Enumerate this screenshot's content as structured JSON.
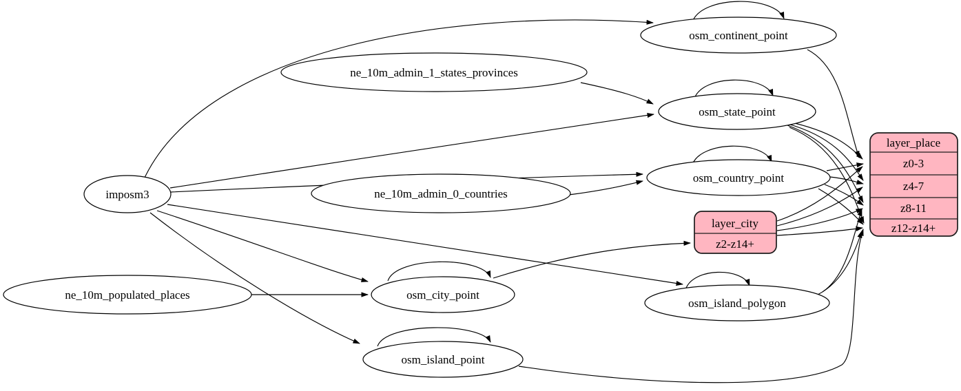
{
  "nodes": {
    "imposm3": {
      "label": "imposm3"
    },
    "ne_10m_admin_1_states_provinces": {
      "label": "ne_10m_admin_1_states_provinces"
    },
    "ne_10m_admin_0_countries": {
      "label": "ne_10m_admin_0_countries"
    },
    "ne_10m_populated_places": {
      "label": "ne_10m_populated_places"
    },
    "osm_continent_point": {
      "label": "osm_continent_point"
    },
    "osm_state_point": {
      "label": "osm_state_point"
    },
    "osm_country_point": {
      "label": "osm_country_point"
    },
    "osm_city_point": {
      "label": "osm_city_point"
    },
    "osm_island_point": {
      "label": "osm_island_point"
    },
    "osm_island_polygon": {
      "label": "osm_island_polygon"
    }
  },
  "records": {
    "layer_city": {
      "title": "layer_city",
      "fields": [
        "z2-z14+"
      ]
    },
    "layer_place": {
      "title": "layer_place",
      "fields": [
        "z0-3",
        "z4-7",
        "z8-11",
        "z12-z14+"
      ]
    }
  },
  "colors": {
    "record_fill": "#ffb6c1",
    "record_stroke": "#1c1c1c",
    "edge_stroke": "#000000",
    "node_fill": "#ffffff",
    "background": "#ffffff"
  },
  "edges": [
    {
      "from": "imposm3",
      "to": "osm_continent_point"
    },
    {
      "from": "imposm3",
      "to": "osm_state_point"
    },
    {
      "from": "imposm3",
      "to": "osm_country_point"
    },
    {
      "from": "imposm3",
      "to": "osm_city_point"
    },
    {
      "from": "imposm3",
      "to": "osm_island_point"
    },
    {
      "from": "imposm3",
      "to": "osm_island_polygon"
    },
    {
      "from": "ne_10m_admin_1_states_provinces",
      "to": "osm_state_point"
    },
    {
      "from": "ne_10m_admin_0_countries",
      "to": "osm_country_point"
    },
    {
      "from": "ne_10m_populated_places",
      "to": "osm_city_point"
    },
    {
      "from": "osm_continent_point",
      "to": "osm_continent_point"
    },
    {
      "from": "osm_state_point",
      "to": "osm_state_point"
    },
    {
      "from": "osm_country_point",
      "to": "osm_country_point"
    },
    {
      "from": "osm_city_point",
      "to": "osm_city_point"
    },
    {
      "from": "osm_island_point",
      "to": "osm_island_point"
    },
    {
      "from": "osm_island_polygon",
      "to": "osm_island_polygon"
    },
    {
      "from": "osm_continent_point",
      "to": "layer_place:z0-3"
    },
    {
      "from": "osm_state_point",
      "to": "layer_place:z0-3"
    },
    {
      "from": "osm_state_point",
      "to": "layer_place:z4-7"
    },
    {
      "from": "osm_state_point",
      "to": "layer_place:z8-11"
    },
    {
      "from": "osm_state_point",
      "to": "layer_place:z12-z14+"
    },
    {
      "from": "osm_country_point",
      "to": "layer_place:z0-3"
    },
    {
      "from": "osm_country_point",
      "to": "layer_place:z4-7"
    },
    {
      "from": "osm_country_point",
      "to": "layer_place:z8-11"
    },
    {
      "from": "osm_country_point",
      "to": "layer_place:z12-z14+"
    },
    {
      "from": "osm_city_point",
      "to": "layer_city:z2-z14+"
    },
    {
      "from": "layer_city",
      "to": "layer_place:z0-3"
    },
    {
      "from": "layer_city",
      "to": "layer_place:z4-7"
    },
    {
      "from": "layer_city",
      "to": "layer_place:z8-11"
    },
    {
      "from": "layer_city",
      "to": "layer_place:z12-z14+"
    },
    {
      "from": "osm_island_polygon",
      "to": "layer_place:z8-11"
    },
    {
      "from": "osm_island_polygon",
      "to": "layer_place:z12-z14+"
    },
    {
      "from": "osm_island_point",
      "to": "layer_place:z12-z14+"
    }
  ]
}
